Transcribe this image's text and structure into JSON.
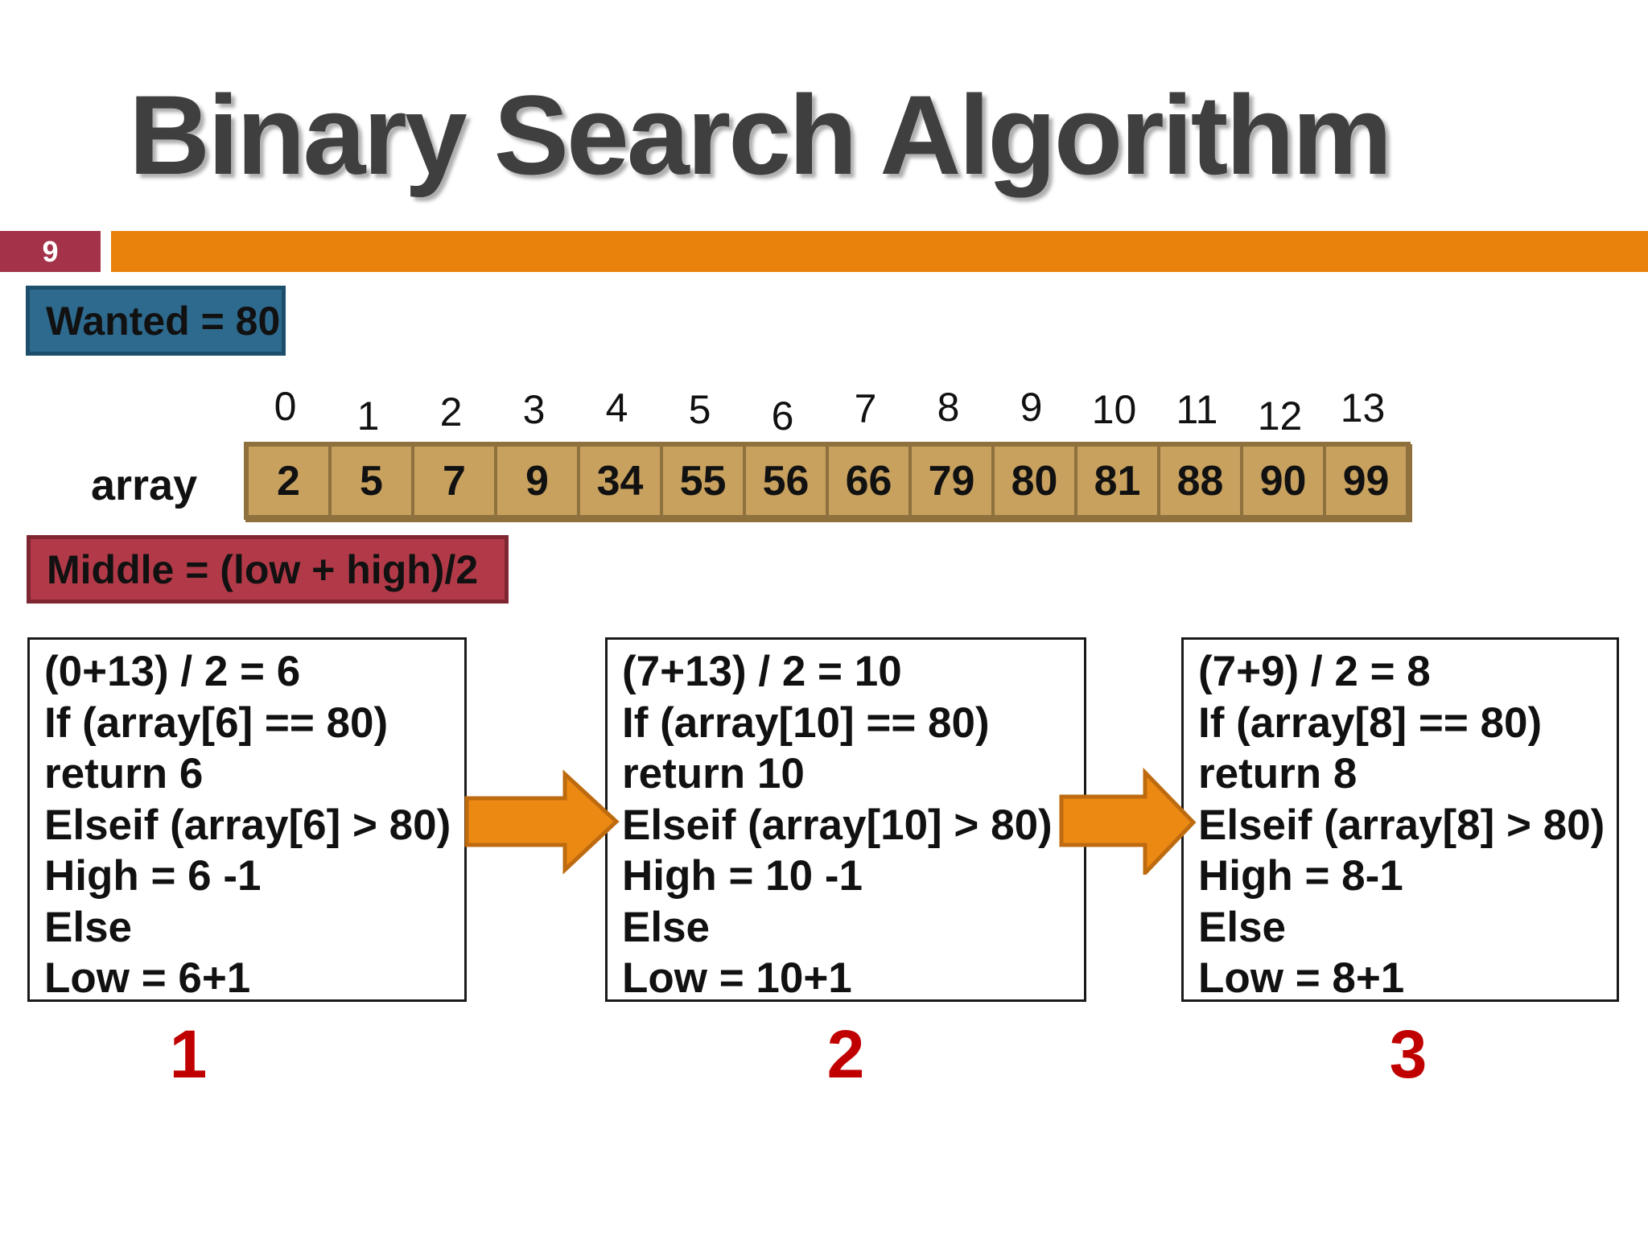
{
  "slide": {
    "title": "Binary Search Algorithm",
    "page_number": "9",
    "wanted_label": "Wanted = 80",
    "middle_label": "Middle = (low + high)/2",
    "array_label": "array",
    "array": {
      "indices": [
        "0",
        "1",
        "2",
        "3",
        "4",
        "5",
        "6",
        "7",
        "8",
        "9",
        "10",
        "11",
        "12",
        "13"
      ],
      "values": [
        "2",
        "5",
        "7",
        "9",
        "34",
        "55",
        "56",
        "66",
        "79",
        "80",
        "81",
        "88",
        "90",
        "99"
      ]
    },
    "steps": [
      {
        "number": "1",
        "lines": [
          "(0+13) / 2 = 6",
          "If (array[6] == 80)",
          "return 6",
          "Elseif (array[6] > 80)",
          "High = 6 -1",
          "Else",
          "Low = 6+1"
        ]
      },
      {
        "number": "2",
        "lines": [
          "(7+13) / 2 = 10",
          "If (array[10] == 80)",
          "return 10",
          "Elseif (array[10] > 80)",
          "High = 10 -1",
          "Else",
          "Low = 10+1"
        ]
      },
      {
        "number": "3",
        "lines": [
          "(7+9) / 2 = 8",
          "If (array[8] == 80)",
          "return 8",
          "Elseif (array[8] > 80)",
          "High = 8-1",
          "Else",
          "Low = 8+1"
        ]
      }
    ],
    "colors": {
      "accent_orange": "#e8820c",
      "arrow_fill": "#ec8913",
      "arrow_stroke": "#be6b10",
      "page_number_red": "#a43248",
      "wanted_blue": "#2e6a8e",
      "wanted_border": "#1d4e6b",
      "middle_red": "#b23a48",
      "middle_border": "#7e2733",
      "cell_tan": "#c8a15f",
      "cell_border": "#8e713c",
      "step_number_red": "#c00000",
      "title_gray": "#3f3f3f"
    }
  }
}
